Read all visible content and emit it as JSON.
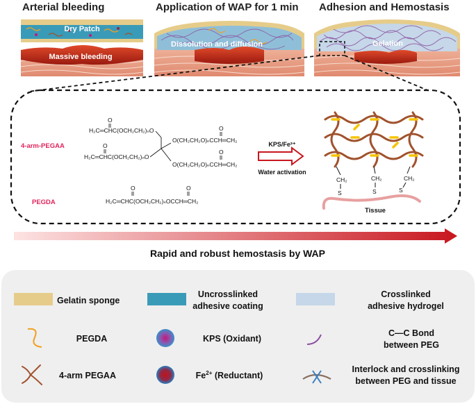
{
  "panels": {
    "p1_title": "Arterial bleeding",
    "p2_title": "Application of WAP for 1 min",
    "p3_title": "Adhesion and Hemostasis",
    "dry_patch": "Dry Patch",
    "massive_bleeding": "Massive bleeding",
    "dissolution": "Dissolution and diffusion",
    "gelation": "Gelation"
  },
  "chemistry": {
    "label_pegaa": "4-arm-PEGAA",
    "label_pegda": "PEGDA",
    "o_label": "O",
    "pegaa_line1": "H₂C═CHC(OCH₂CH₂)ₙO",
    "pegaa_line2": "H₂C═CHC(OCH₂CH₂)ₙO",
    "pegaa_right1": "O(CH₂CH₂O)ₙCCH═CH₂",
    "pegaa_right2": "O(CH₂CH₂O)ₙCCH═CH₂",
    "pegda_formula": "H₂C═CHC(OCH₂CH₂)ₙOCCH═CH₂",
    "arrow_top": "KPS/Fe²⁺",
    "arrow_bottom": "Water activation",
    "ch2": "CH₂",
    "s": "S",
    "tissue": "Tissue"
  },
  "caption": "Rapid and robust hemostasis by WAP",
  "legend": {
    "gelatin": "Gelatin sponge",
    "uncross1": "Uncrosslinked",
    "uncross2": "adhesive coating",
    "cross1": "Crosslinked",
    "cross2": "adhesive hydrogel",
    "pegda": "PEGDA",
    "kps": "KPS (Oxidant)",
    "cc1": "C—C Bond",
    "cc2": "between PEG",
    "pegaa": "4-arm PEGAA",
    "fe_pre": "Fe",
    "fe_sup": "2+",
    "fe_post": " (Reductant)",
    "il1": "Interlock and crosslinking",
    "il2": "between PEG and tissue"
  },
  "colors": {
    "gelatin": "#e6cc8a",
    "coating": "#3a9bb8",
    "hydrogel": "#c5d7e8",
    "pegda": "#f0a020",
    "pegaa": "#a0522d",
    "cc_bond": "#8a4fa0",
    "label_pink": "#e0245e",
    "arrow_red": "#c8161e"
  }
}
